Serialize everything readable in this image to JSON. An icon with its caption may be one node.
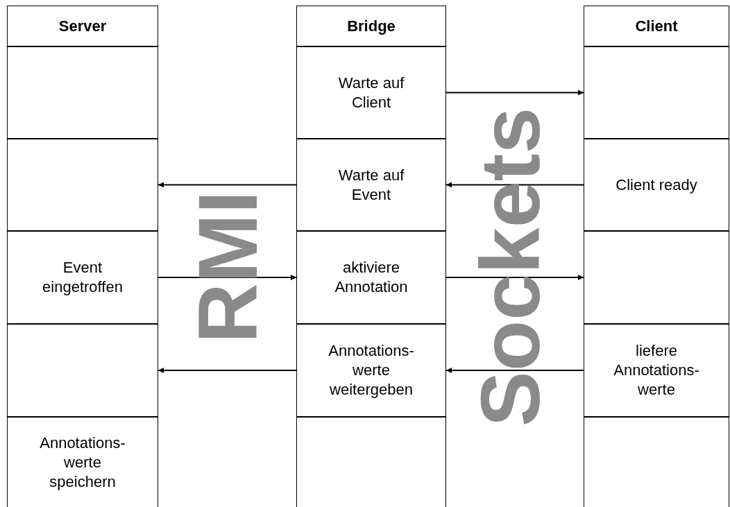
{
  "diagram": {
    "nodes": [
      {
        "text": [
          "Server"
        ]
      },
      {
        "text": [
          "Bridge"
        ]
      },
      {
        "text": [
          "Client"
        ]
      },
      {
        "text": [],
        "shape": "box"
      },
      {
        "text": [
          "Warte auf Client"
        ]
      },
      {
        "text": [],
        "shape": "box"
      },
      {
        "text": [],
        "shape": "box"
      },
      {
        "text": [
          "Warte auf Event"
        ]
      },
      {
        "text": [
          "Client ready"
        ]
      },
      {
        "text": [
          "Event eingetroffen"
        ]
      },
      {
        "text": [
          "aktiviere Annotation"
        ]
      },
      {
        "text": [],
        "shape": "box"
      },
      {
        "text": [],
        "shape": "box"
      },
      {
        "text": [
          "Annotations- werte weitergeben"
        ]
      },
      {
        "text": [
          "liefere Annotations- werte"
        ]
      },
      {
        "text": [
          "Annotations- werte speichern"
        ]
      },
      {
        "text": [],
        "shape": "box"
      },
      {
        "text": [],
        "shape": "box"
      }
    ],
    "edges": [
      {
        "from": 4,
        "to": 5,
        "arrow": "to"
      },
      {
        "from": 7,
        "to": 6,
        "arrow": "to"
      },
      {
        "from": 8,
        "to": 7,
        "arrow": "to"
      },
      {
        "from": 9,
        "to": 10,
        "arrow": "to"
      },
      {
        "from": 10,
        "to": 11,
        "arrow": "to"
      },
      {
        "from": 13,
        "to": 12,
        "arrow": "to"
      },
      {
        "from": 14,
        "to": 13,
        "arrow": "to"
      }
    ],
    "labels": [
      "RMI",
      "Sockets"
    ]
  }
}
